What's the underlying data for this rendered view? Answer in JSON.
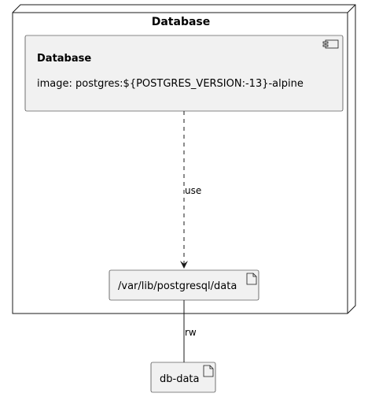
{
  "node": {
    "title": "Database"
  },
  "component": {
    "title": "Database",
    "image_line": "image: postgres:${POSTGRES_VERSION:-13}-alpine"
  },
  "edges": {
    "use_label": "use",
    "rw_label": "rw"
  },
  "artifacts": {
    "inner": "/var/lib/postgresql/data",
    "outer": "db-data"
  },
  "colors": {
    "box_fill": "#f1f1f1",
    "stroke": "#181818",
    "edge": "#181818"
  }
}
